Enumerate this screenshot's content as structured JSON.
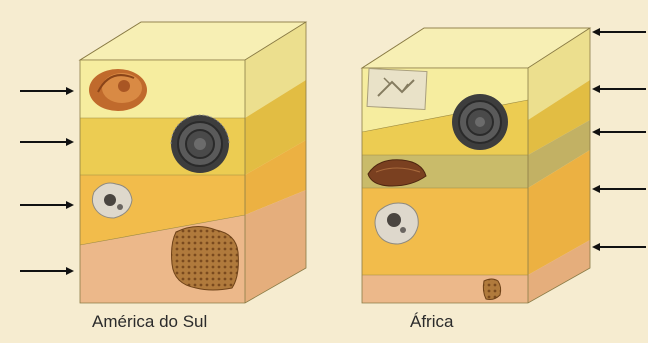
{
  "blocks": [
    {
      "id": "south-america",
      "label": "América do Sul"
    },
    {
      "id": "africa",
      "label": "África"
    }
  ],
  "colors": {
    "background": "#f6ecd0",
    "layer_pale_yellow": "#f3e79a",
    "layer_yellow": "#e9c648",
    "layer_olive": "#c9bb6a",
    "layer_orange": "#f0b946",
    "layer_peach": "#e9b585",
    "arrow": "#111111"
  },
  "fossils": [
    "ammonite-fossil-orange",
    "ammonite-fossil-dark",
    "crinoid-fossil",
    "plant-leaf-fossil",
    "coral-fossil",
    "trilobite-fossil"
  ]
}
